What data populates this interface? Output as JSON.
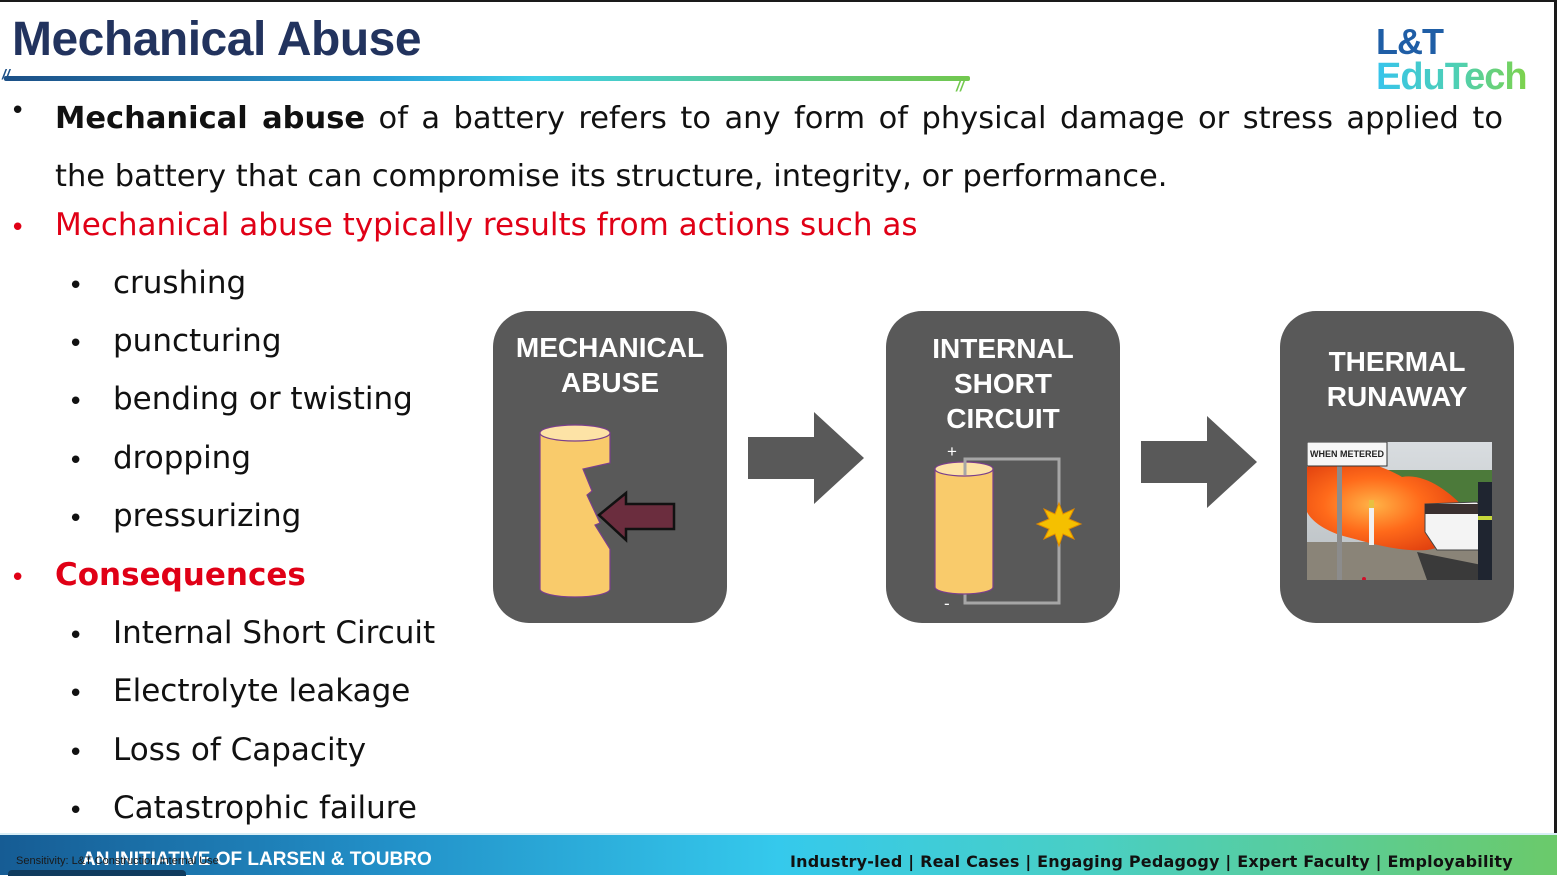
{
  "header": {
    "title": "Mechanical Abuse",
    "logo_line1": "L&T",
    "logo_line2": "EduTech"
  },
  "content": {
    "definition": {
      "bold": "Mechanical abuse",
      "rest": " of a battery refers to any form of physical damage or stress applied to the battery that can compromise its structure, integrity, or performance."
    },
    "actions_heading": "Mechanical abuse typically results from actions such as",
    "actions": [
      "crushing",
      "puncturing",
      "bending or twisting",
      "dropping",
      "pressurizing"
    ],
    "consequences_heading": "Consequences",
    "consequences": [
      "Internal Short Circuit",
      "Electrolyte leakage",
      "Loss of Capacity",
      "Catastrophic failure"
    ],
    "bullet_glyph": "•"
  },
  "diagram": {
    "steps": [
      {
        "line1": "MECHANICAL",
        "line2": "ABUSE",
        "line3": ""
      },
      {
        "line1": "INTERNAL",
        "line2": "SHORT",
        "line3": "CIRCUIT"
      },
      {
        "line1": "THERMAL",
        "line2": "RUNAWAY",
        "line3": ""
      }
    ],
    "plus_label": "+",
    "minus_label": "-",
    "photo_sign_text": "WHEN METERED",
    "colors": {
      "card": "#595959",
      "arrow": "#595959",
      "battery": "#f9cb6b",
      "battery_top": "#fde3a6",
      "battery_outline": "#7a3f8c",
      "push_arrow": "#6b2d3e",
      "spark": "#f5c000",
      "wire": "#a6a6a6"
    }
  },
  "footer": {
    "initiative": "AN INITIATIVE OF LARSEN & TOUBRO",
    "sensitivity": "Sensitivity: L&T Construction Internal Use",
    "tagline": "Industry-led | Real Cases | Engaging Pedagogy | Expert Faculty | Employability"
  }
}
